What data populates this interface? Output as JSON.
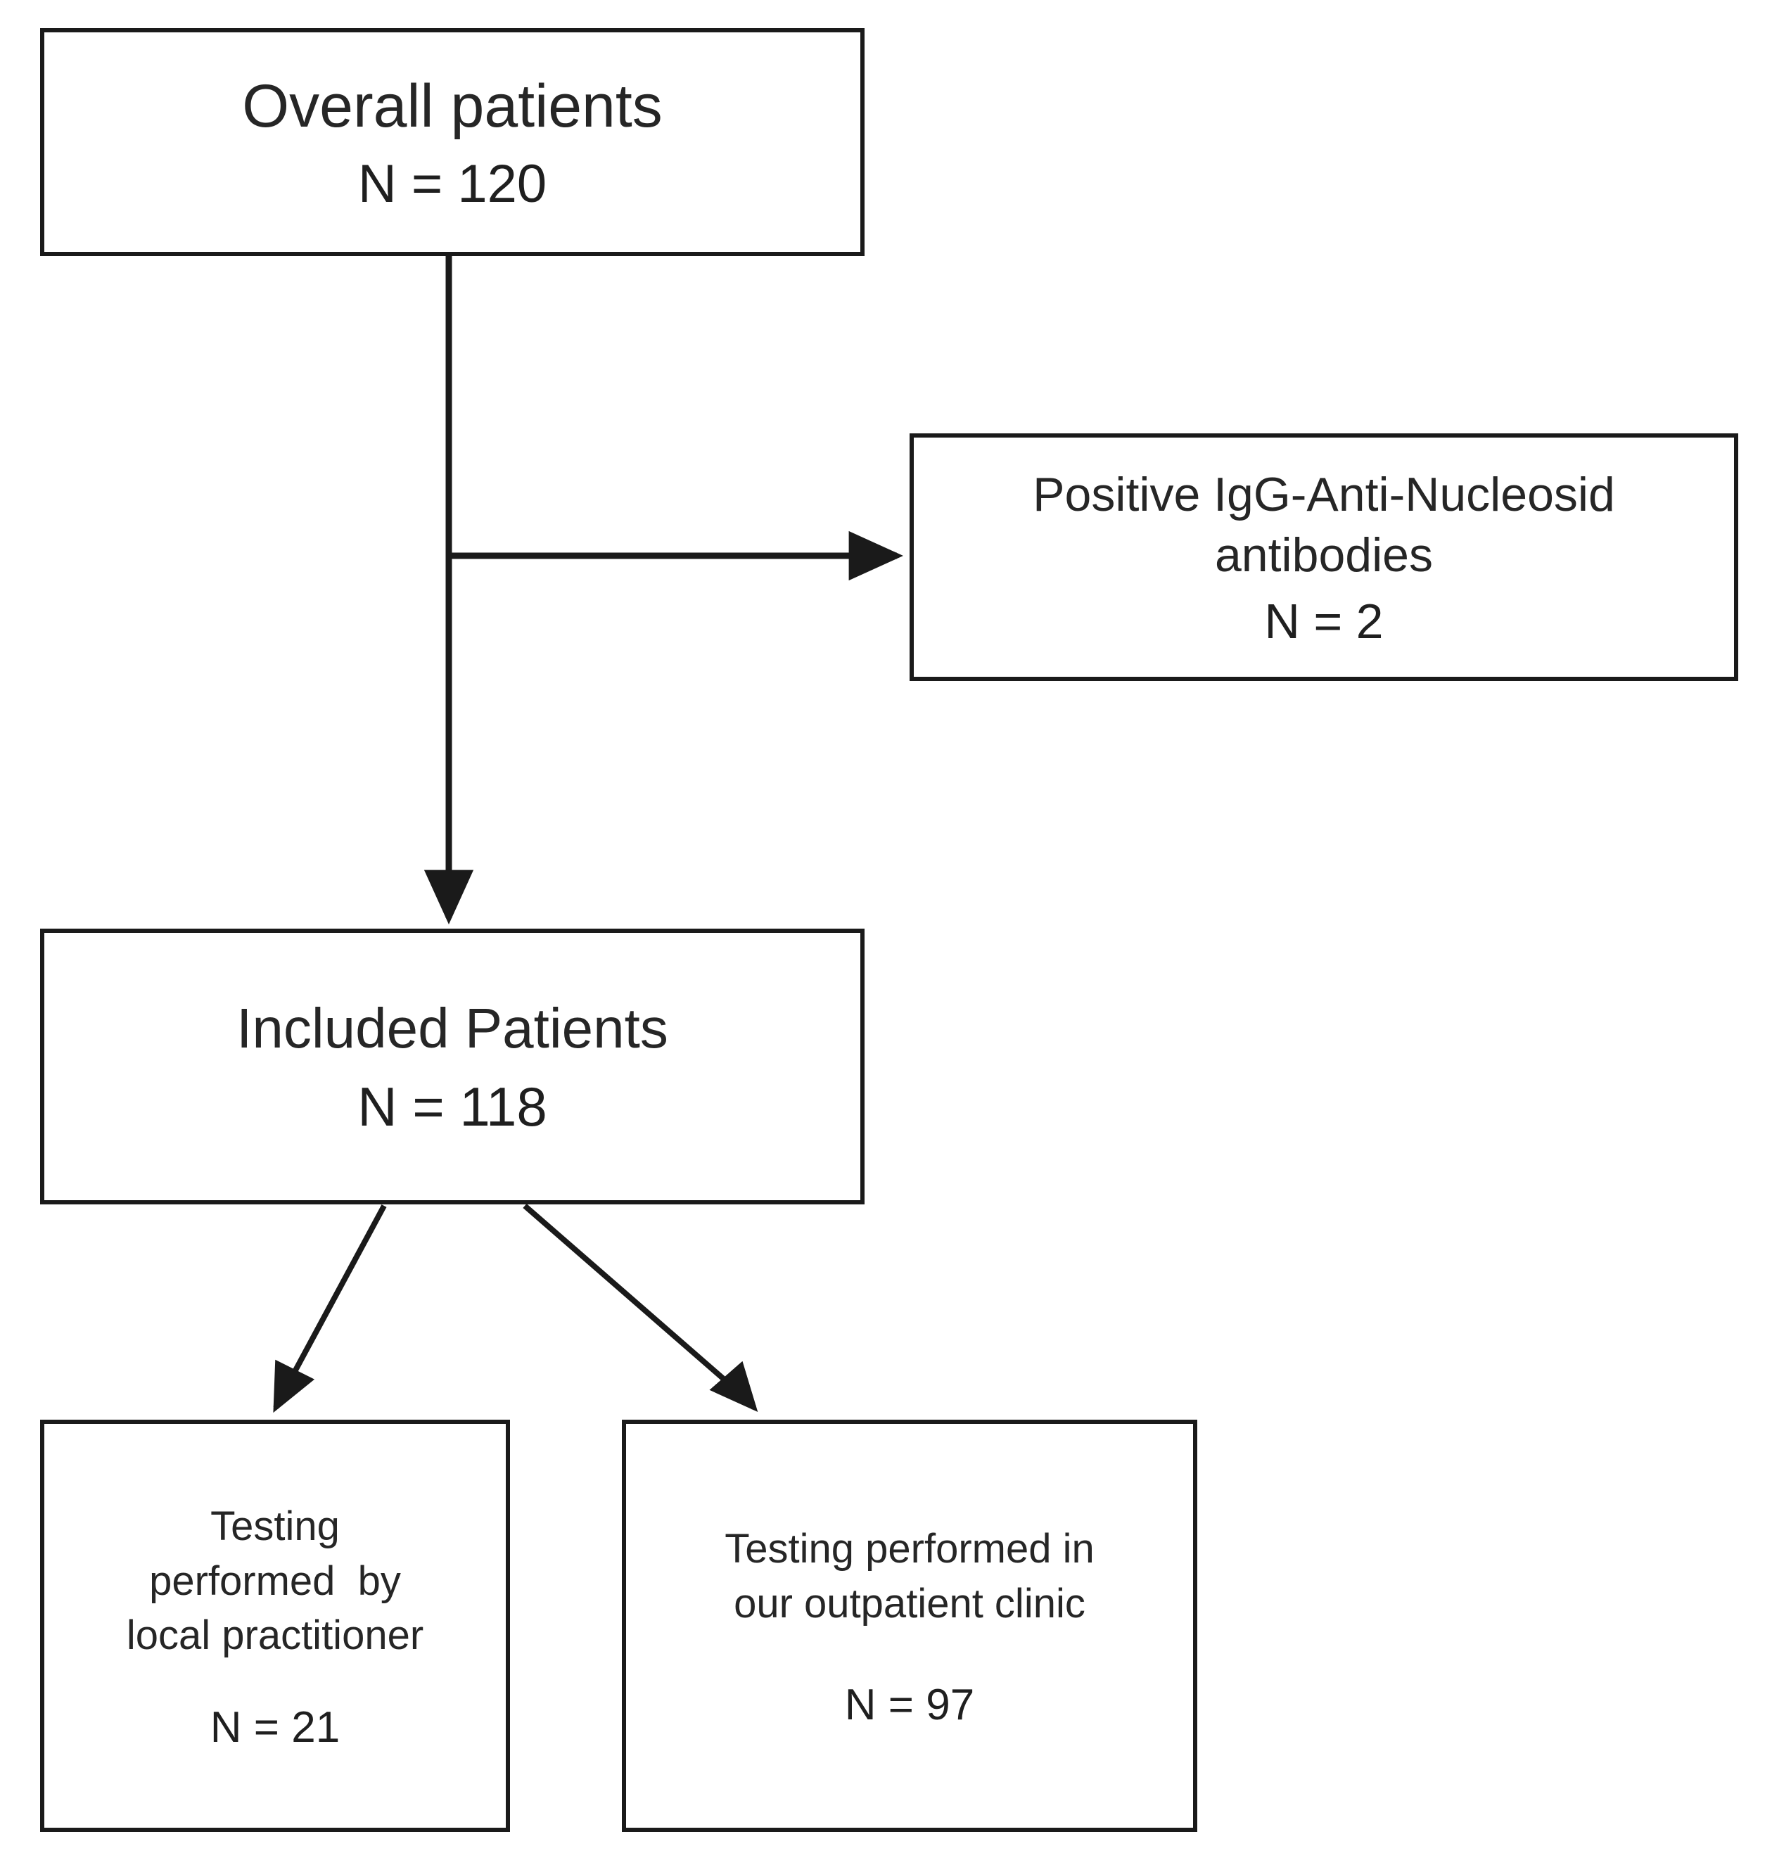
{
  "diagram": {
    "type": "flowchart",
    "orientation": "top-down",
    "background_color": "#ffffff",
    "line_color": "#1a1a1a",
    "text_color": "#262626",
    "nodes": [
      {
        "id": "overall",
        "title": "Overall patients",
        "count_label": "N = 120",
        "count_value": 120
      },
      {
        "id": "igg",
        "title": "Positive IgG-Anti-Nucleosid\nantibodies",
        "count_label": "N = 2",
        "count_value": 2
      },
      {
        "id": "included",
        "title": "Included Patients",
        "count_label": "N = 118",
        "count_value": 118
      },
      {
        "id": "local",
        "title": "Testing\nperformed  by\nlocal practitioner",
        "count_label": "N = 21",
        "count_value": 21
      },
      {
        "id": "outpatient",
        "title": "Testing performed in\nour outpatient clinic",
        "count_label": "N = 97",
        "count_value": 97
      }
    ],
    "edges": [
      {
        "id": "overall-to-igg",
        "from": "overall",
        "to": "igg",
        "style": "orthogonal-arrow"
      },
      {
        "id": "overall-to-included",
        "from": "overall",
        "to": "included",
        "style": "straight-arrow"
      },
      {
        "id": "included-to-local",
        "from": "included",
        "to": "local",
        "style": "diagonal-arrow"
      },
      {
        "id": "included-to-outpatient",
        "from": "included",
        "to": "outpatient",
        "style": "diagonal-arrow"
      }
    ]
  }
}
